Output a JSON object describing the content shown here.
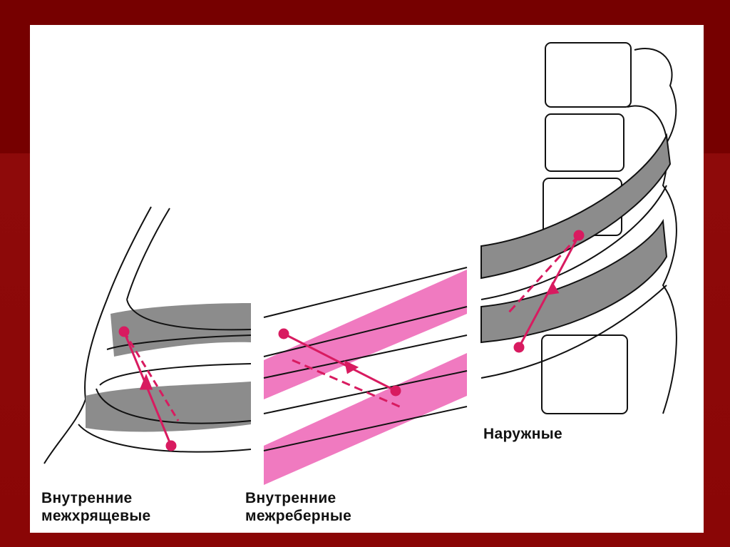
{
  "labels": {
    "internal_intercartilaginous": {
      "line1": "Внутренние",
      "line2": "межхрящевые"
    },
    "internal_intercostal": {
      "line1": "Внутренние",
      "line2": "межреберные"
    },
    "external": "Наружные"
  },
  "colors": {
    "frame": "#8b0a0a",
    "rib": "#8c8c8c",
    "muscle": "#f07ac0",
    "arrow": "#d81b60"
  }
}
